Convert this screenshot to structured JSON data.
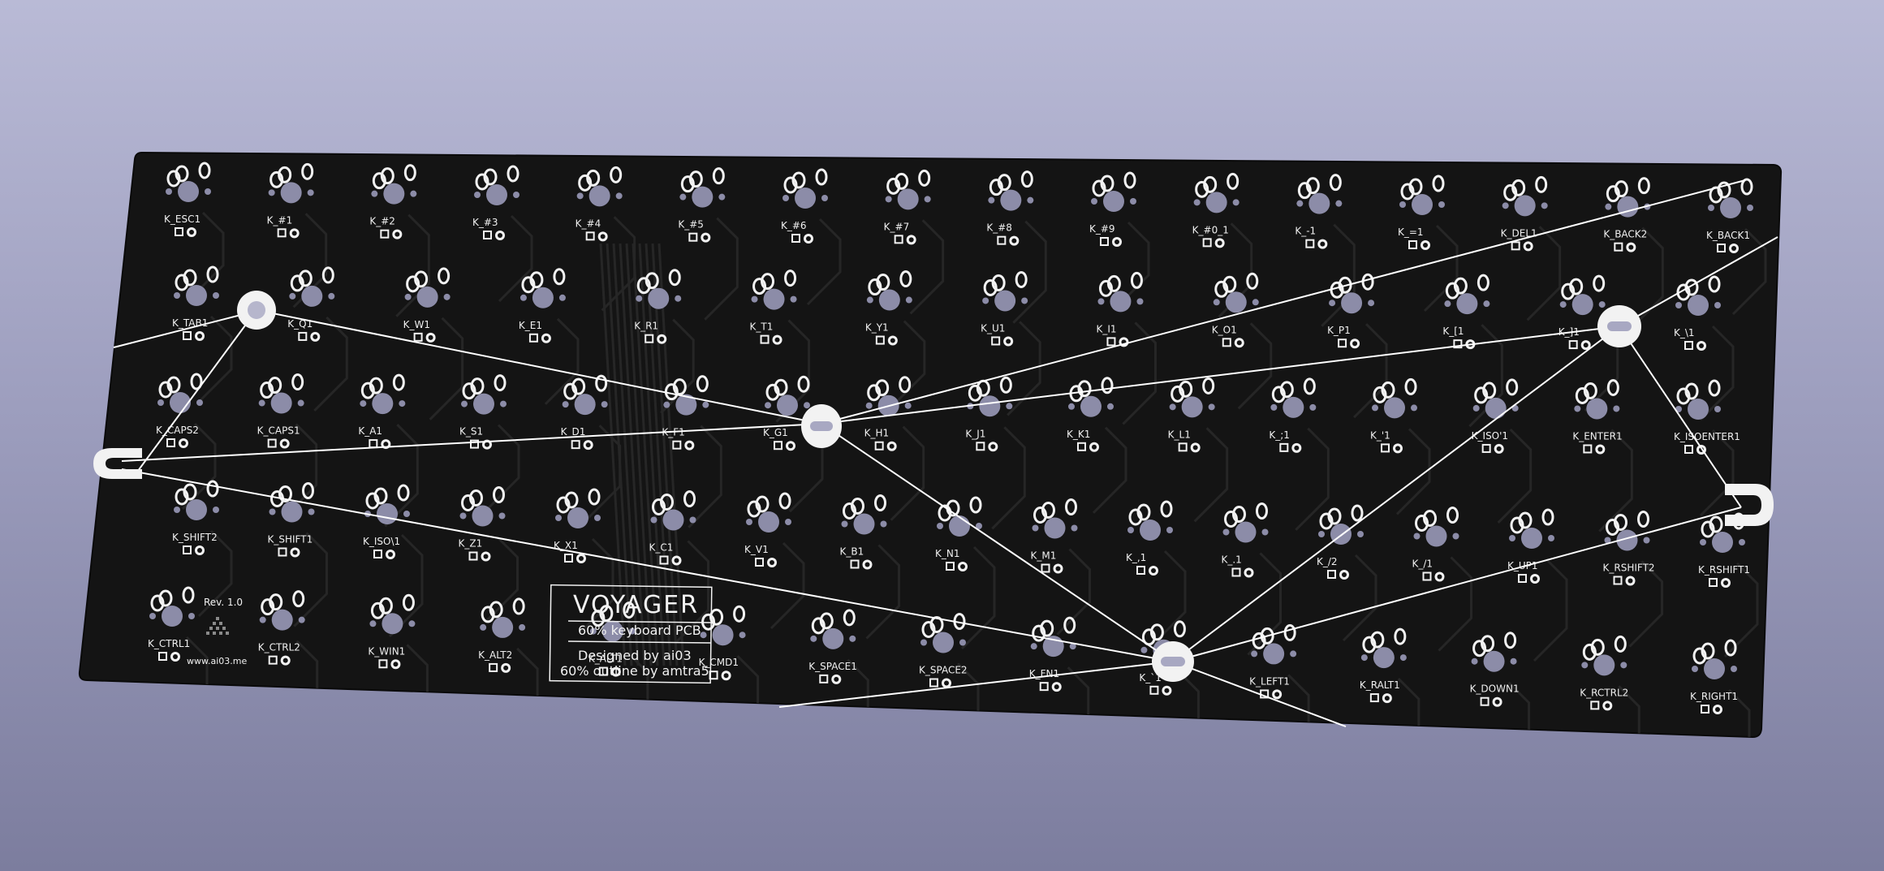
{
  "colors": {
    "background_top": "#b9bad6",
    "background_bottom": "#7c7d9e",
    "board": "#141414",
    "trace": "#262626",
    "hole": "#8c8ca8",
    "silkscreen": "#f2f2f2"
  },
  "board": {
    "title": "VOYAGER",
    "subtitle": "60% keyboard PCB",
    "designed_by": "Designed by ai03",
    "outline_by": "60% outline by amtra5",
    "revision": "Rev. 1.0",
    "website": "www.ai03.me"
  },
  "key_rows": [
    [
      "K_ESC1",
      "K_#1",
      "K_#2",
      "K_#3",
      "K_#4",
      "K_#5",
      "K_#6",
      "K_#7",
      "K_#8",
      "K_#9",
      "K_#0_1",
      "K_-1",
      "K_=1",
      "K_DEL1",
      "K_BACK2",
      "K_BACK1"
    ],
    [
      "K_TAB1",
      "K_Q1",
      "K_W1",
      "K_E1",
      "K_R1",
      "K_T1",
      "K_Y1",
      "K_U1",
      "K_I1",
      "K_O1",
      "K_P1",
      "K_[1",
      "K_]1",
      "K_\\1"
    ],
    [
      "K_CAPS2",
      "K_CAPS1",
      "K_A1",
      "K_S1",
      "K_D1",
      "K_F1",
      "K_G1",
      "K_H1",
      "K_J1",
      "K_K1",
      "K_L1",
      "K_;1",
      "K_'1",
      "K_ISO'1",
      "K_ENTER1",
      "K_ISOENTER1"
    ],
    [
      "K_SHIFT2",
      "K_SHIFT1",
      "K_ISO\\1",
      "K_Z1",
      "K_X1",
      "K_C1",
      "K_V1",
      "K_B1",
      "K_N1",
      "K_M1",
      "K_,1",
      "K_.1",
      "K_/2",
      "K_/1",
      "K_UP1",
      "K_RSHIFT2",
      "K_RSHIFT1"
    ],
    [
      "K_CTRL1",
      "K_CTRL2",
      "K_WIN1",
      "K_ALT2",
      "K_ALT1",
      "K_CMD1",
      "K_SPACE1",
      "K_SPACE2",
      "K_FN1",
      "K_`1",
      "K_LEFT1",
      "K_RALT1",
      "K_DOWN1",
      "K_RCTRL2",
      "K_RIGHT1"
    ]
  ]
}
